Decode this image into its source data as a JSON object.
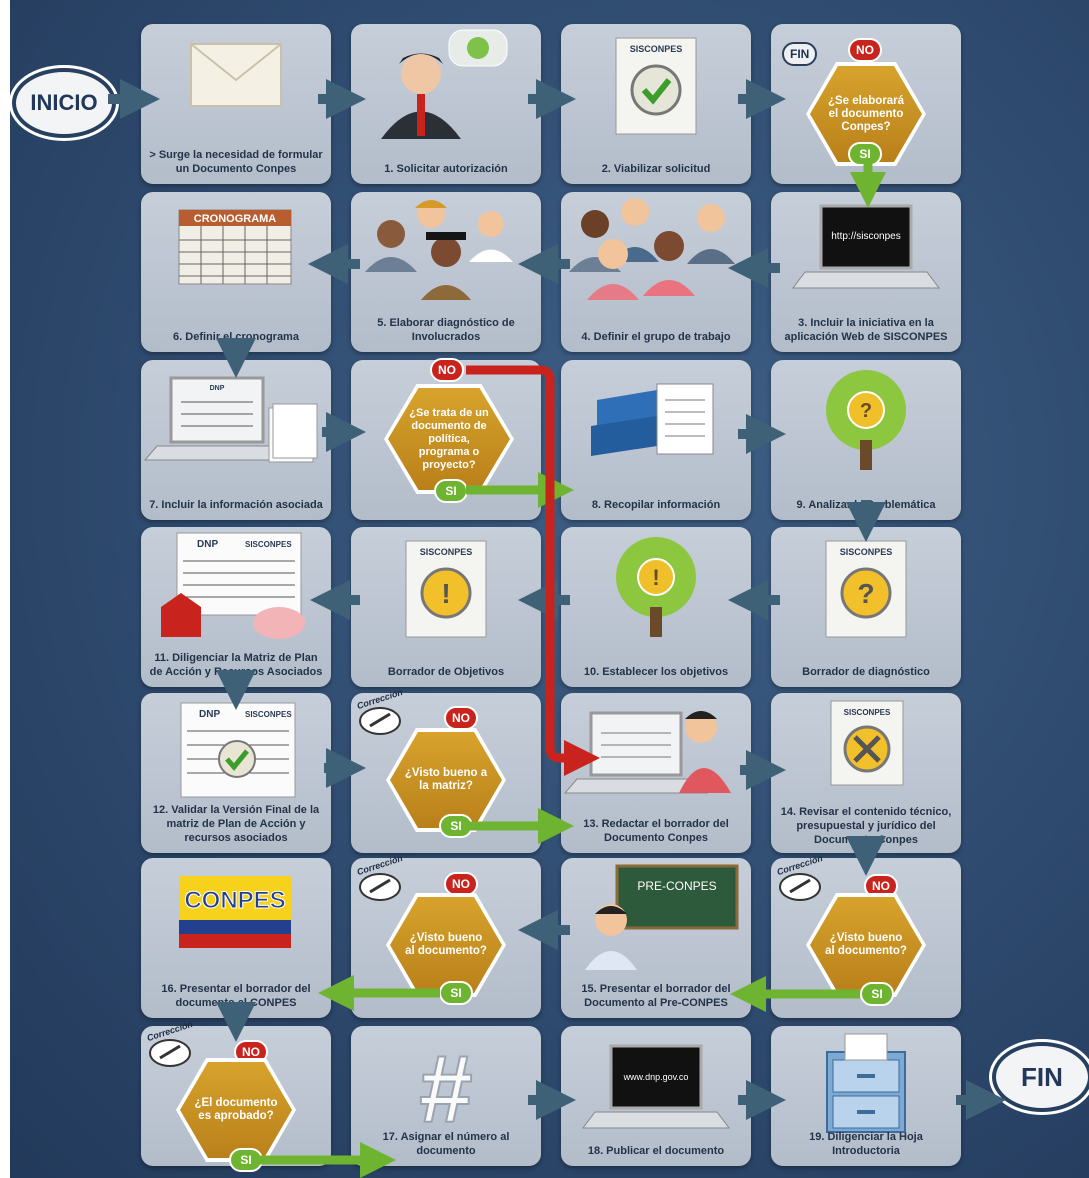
{
  "start_label": "INICIO",
  "end_label": "FIN",
  "steps": {
    "s0": "> Surge la necesidad de formular un Documento Conpes",
    "s1": "1. Solicitar autorización",
    "s2": "2. Viabilizar solicitud",
    "s3": "3. Incluir la iniciativa  en la aplicación Web de SISCONPES",
    "s4": "4. Definir el grupo de trabajo",
    "s5": "5. Elaborar diagnóstico de Involucrados",
    "s6": "6. Definir el cronograma",
    "s7": "7. Incluir la información asociada",
    "s8": "8. Recopilar información",
    "s9": "9. Analizar la Problemática",
    "s10": "10. Establecer los objetivos",
    "s11": "11. Diligenciar la Matriz de Plan de Acción y Recursos Asociados",
    "s12": "12. Validar la Versión Final de la matriz de Plan de Acción y recursos asociados",
    "s13": "13. Redactar el borrador del Documento Conpes",
    "s14": "14. Revisar el contenido técnico, presupuestal y jurídico del Documento Conpes",
    "s15": "15. Presentar el borrador del Documento al  Pre-CONPES",
    "s16": "16. Presentar el borrador del documento al CONPES",
    "s17": "17. Asignar el número al documento",
    "s18": "18. Publicar el documento",
    "s19": "19. Diligenciar la Hoja Introductoria",
    "borrador_objetivos": "Borrador de Objetivos",
    "borrador_diagnostico": "Borrador de diagnóstico"
  },
  "decisions": {
    "d1": "¿Se elaborará el documento Conpes?",
    "d2": "¿Se trata de un documento de política, programa o proyecto?",
    "d3": "¿Visto bueno a la matriz?",
    "d4": "¿Visto bueno al documento?",
    "d5": "¿Visto bueno al documento?",
    "d6": "¿El documento es aprobado?"
  },
  "branch": {
    "yes": "SI",
    "no": "NO",
    "fin": "FIN",
    "correction": "Corrección"
  },
  "illustration_text": {
    "sisconpes": "SISCONPES",
    "cronograma": "CRONOGRAMA",
    "url_sisconpes": "http://sisconpes",
    "url_dnp": "www.dnp.gov.co",
    "dnp": "DNP",
    "pre_conpes": "PRE-CONPES",
    "conpes": "CONPES",
    "hash": "#"
  },
  "colors": {
    "no": "#c8241d",
    "yes": "#6fb430",
    "decision": "#c58b22",
    "arrow": "#3f6178",
    "card": "#bcc5d1"
  }
}
